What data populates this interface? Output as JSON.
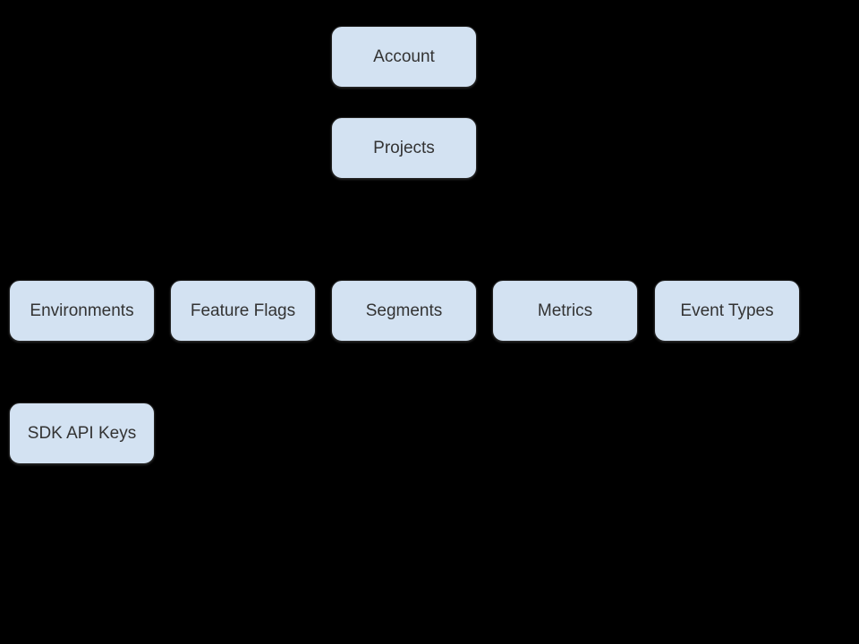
{
  "diagram": {
    "type": "hierarchy",
    "colors": {
      "background": "#000000",
      "node_fill": "#d3e2f2",
      "node_border": "#242424",
      "node_text": "#333333"
    },
    "nodes": [
      {
        "id": "account",
        "label": "Account",
        "row": 1,
        "col": 3
      },
      {
        "id": "projects",
        "label": "Projects",
        "row": 2,
        "col": 3
      },
      {
        "id": "environments",
        "label": "Environments",
        "row": 3,
        "col": 1
      },
      {
        "id": "feature-flags",
        "label": "Feature Flags",
        "row": 3,
        "col": 2
      },
      {
        "id": "segments",
        "label": "Segments",
        "row": 3,
        "col": 3
      },
      {
        "id": "metrics",
        "label": "Metrics",
        "row": 3,
        "col": 4
      },
      {
        "id": "event-types",
        "label": "Event Types",
        "row": 3,
        "col": 5
      },
      {
        "id": "sdk-api-keys",
        "label": "SDK API Keys",
        "row": 4,
        "col": 1
      }
    ]
  }
}
